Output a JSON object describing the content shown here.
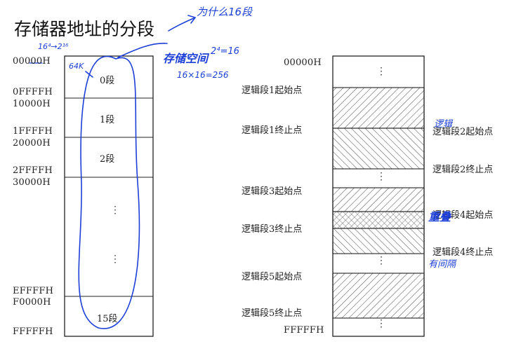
{
  "title": "存储器地址的分段",
  "left_column": {
    "addresses": [
      "00000H",
      "0FFFFH",
      "10000H",
      "1FFFFH",
      "20000H",
      "2FFFFH",
      "30000H",
      "EFFFFH",
      "F0000H",
      "FFFFFH"
    ],
    "segments": [
      "0段",
      "1段",
      "2段",
      "15段"
    ],
    "ellipsis": "⋮"
  },
  "right_column": {
    "top_address": "00000H",
    "bottom_address": "FFFFFH",
    "left_labels": [
      "逻辑段1起始点",
      "逻辑段1终止点",
      "逻辑段3起始点",
      "逻辑段3终止点",
      "逻辑段5起始点",
      "逻辑段5终止点"
    ],
    "right_labels": [
      "逻辑段2起始点",
      "逻辑段2终止点",
      "逻辑段4起始点",
      "逻辑段4终止点"
    ],
    "ellipsis": "⋮"
  },
  "annotations": {
    "why_segment": "为什么16段",
    "power_of_two": "16⁴→2¹⁶",
    "note_64k": "64K",
    "note_capacity": "存储空间",
    "note_exponent": "2⁴=16",
    "note_product": "16×16=256",
    "note_logic": "逻辑",
    "note_overlap": "重叠",
    "note_gap": "有间隔"
  },
  "colors": {
    "ink": "#1a1a1a",
    "annotation": "#1d3fd8",
    "hatch": "#555555"
  }
}
